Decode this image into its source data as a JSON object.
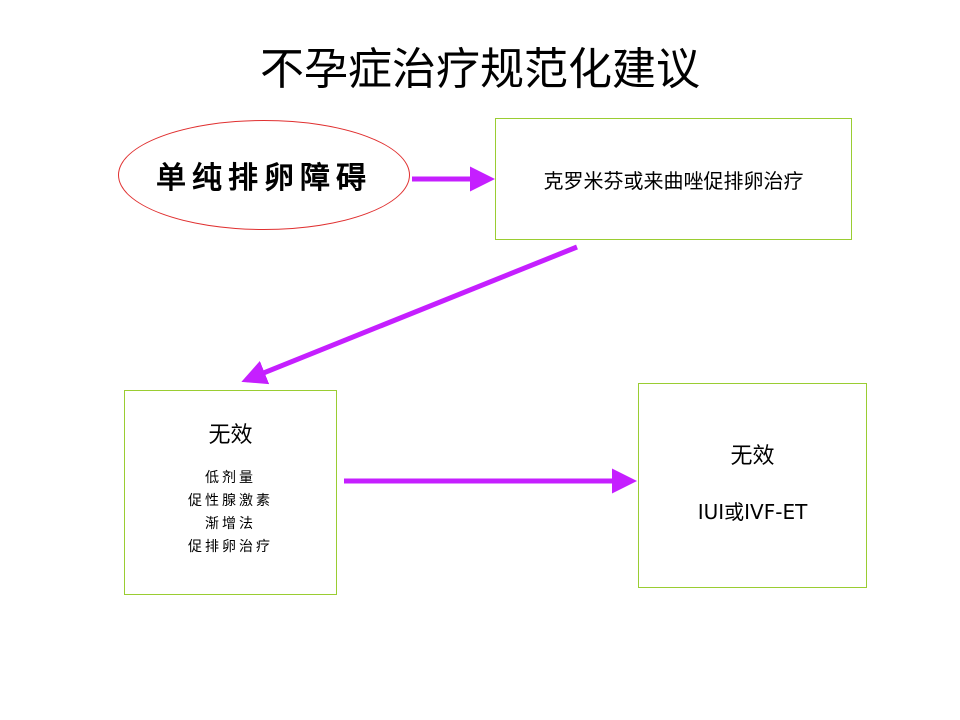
{
  "title": "不孕症治疗规范化建议",
  "start": {
    "label": "单纯排卵障碍"
  },
  "treatment": {
    "label": "克罗米芬或来曲唑促排卵治疗"
  },
  "failure_1": {
    "title": "无效",
    "items": [
      "低剂量",
      "促性腺激素",
      "渐增法",
      "促排卵治疗"
    ]
  },
  "failure_2": {
    "title": "无效",
    "next": "IUI或IVF-ET"
  },
  "colors": {
    "arrow": "#c51fff",
    "ellipse_border": "#e03030",
    "box_border": "#9acd32"
  }
}
